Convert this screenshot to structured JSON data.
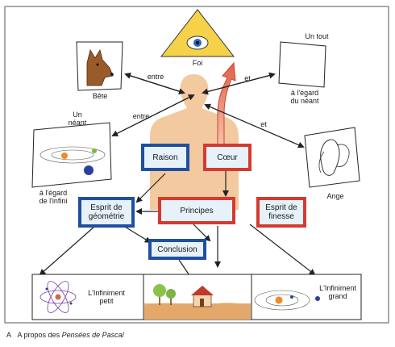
{
  "labels": {
    "foi": "Foi",
    "un_tout": "Un tout",
    "egard_neant": "à l'égard\ndu néant",
    "bete": "Bête",
    "entre_1": "entre",
    "entre_2": "entre",
    "et_1": "et",
    "et_2": "et",
    "un_neant": "Un\nnéant",
    "egard_infini": "à l'égard\nde l'infini",
    "ange": "Ange",
    "infiniment_petit": "L'Infiniment\npetit",
    "infiniment_grand": "L'Infiniment\ngrand"
  },
  "boxes": {
    "raison": "Raison",
    "coeur": "Cœur",
    "esprit_geometrie": "Esprit de\ngéométrie",
    "principes": "Principes",
    "esprit_finesse": "Esprit de\nfinesse",
    "conclusion": "Conclusion"
  },
  "caption": {
    "letter": "A",
    "text": "A propos des ",
    "title": "Pensées de Pascal"
  },
  "colors": {
    "blue_border": "#1f4fa0",
    "red_border": "#d43a30",
    "box_fill": "#e6f1f9",
    "skin": "#f3c9a0",
    "triangle": "#f6d24a",
    "arrow_red": "#e8826b"
  }
}
